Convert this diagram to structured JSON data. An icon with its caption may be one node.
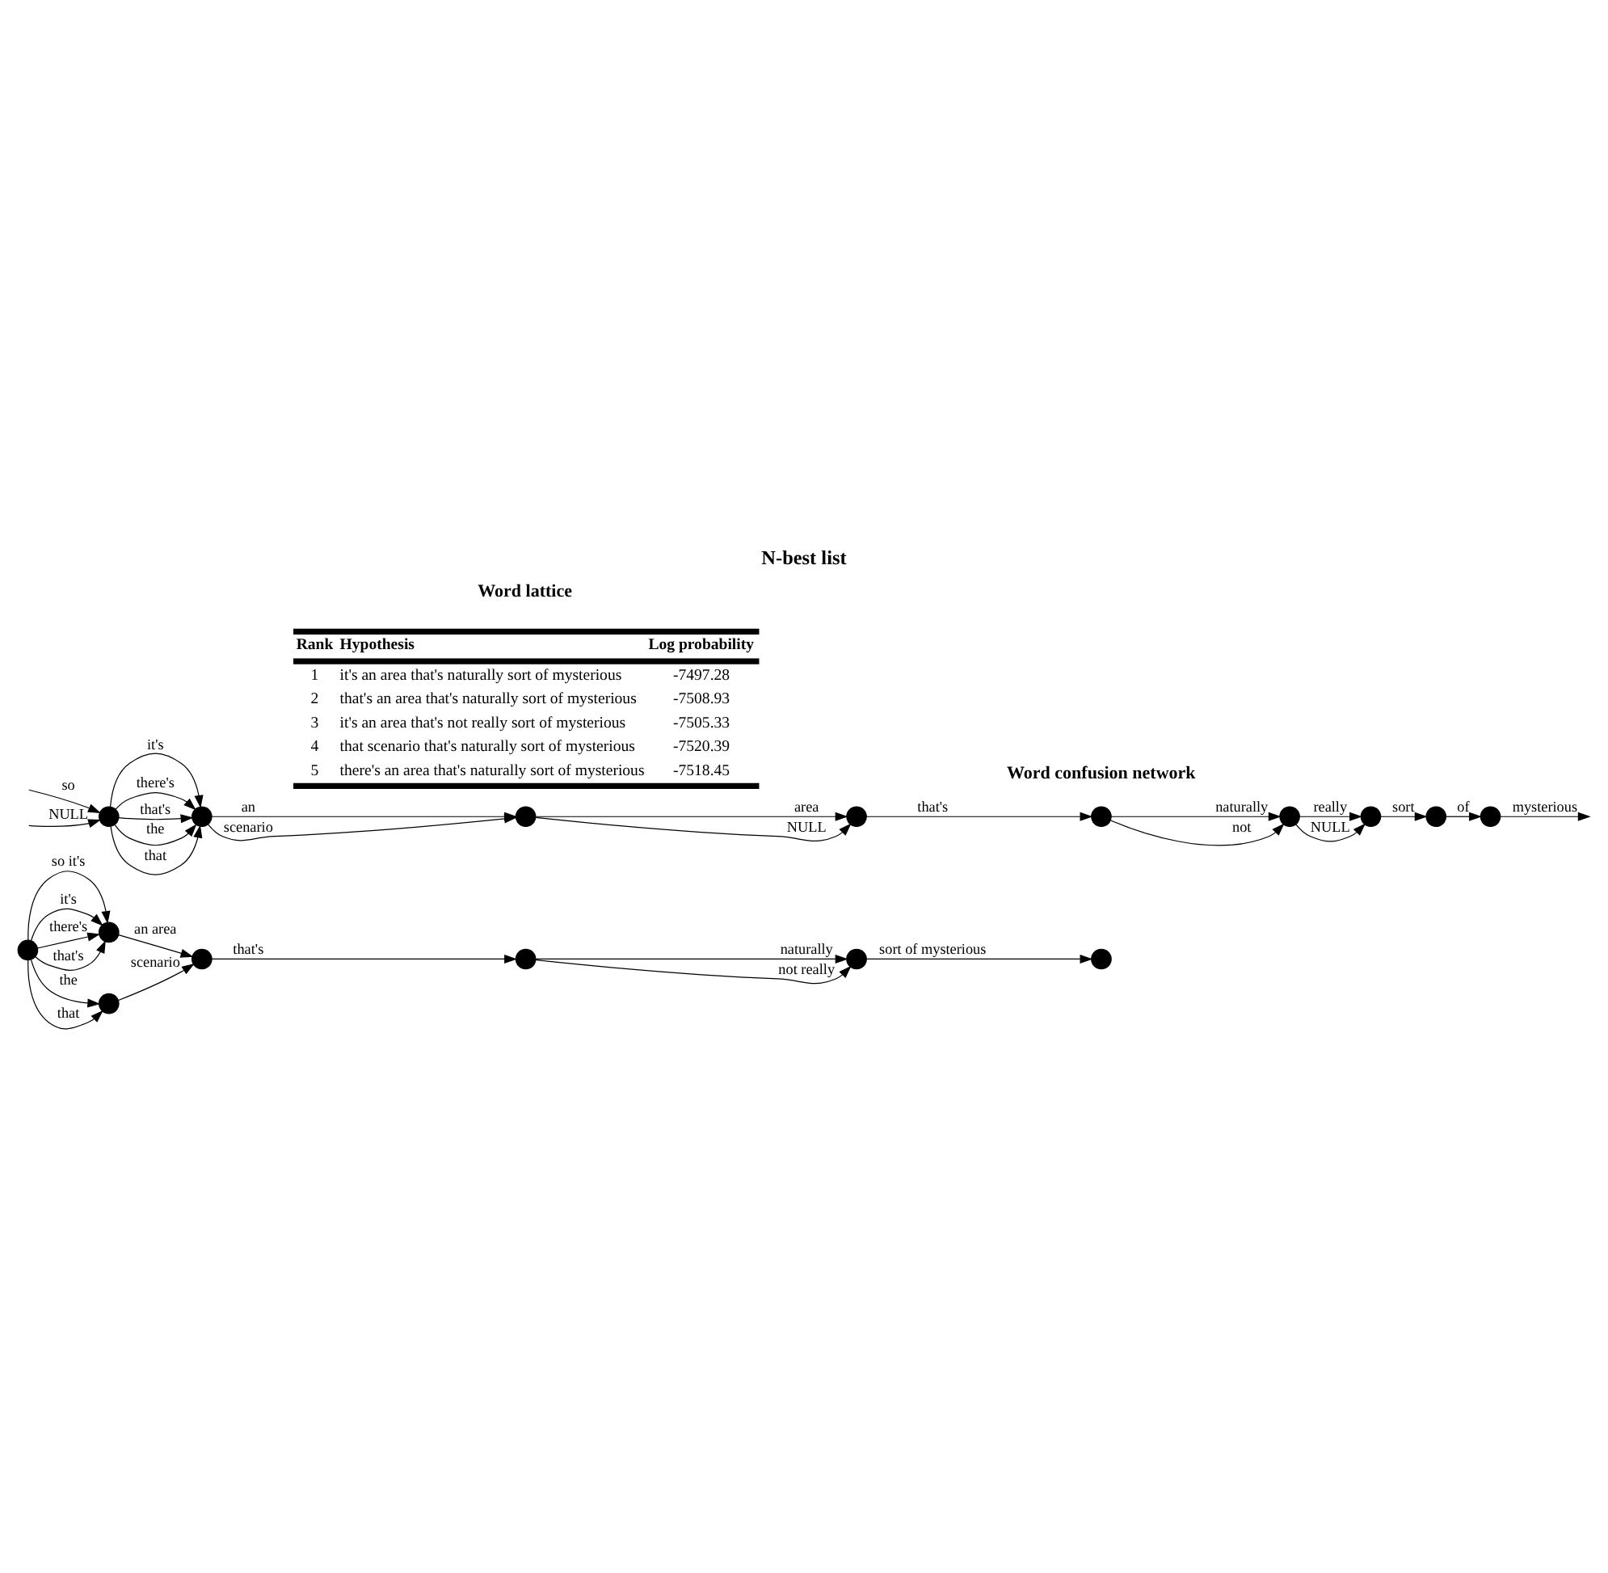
{
  "diagram": {
    "title": "N-best list",
    "nodes": [
      {
        "text": [],
        "shape": "circle"
      },
      {
        "text": [],
        "shape": "circle"
      },
      {
        "text": [],
        "shape": "circle"
      },
      {
        "text": [],
        "shape": "circle"
      },
      {
        "text": [],
        "shape": "circle"
      },
      {
        "text": [],
        "shape": "circle"
      },
      {
        "text": [],
        "shape": "circle"
      },
      {
        "text": [],
        "shape": "circle"
      },
      {
        "text": [],
        "shape": "circle"
      },
      {
        "text": [],
        "shape": "circle"
      },
      {
        "text": [],
        "shape": "circle"
      },
      {
        "text": [],
        "shape": "circle"
      },
      {
        "text": [],
        "shape": "circle"
      },
      {
        "text": [],
        "shape": "circle"
      },
      {
        "text": [],
        "shape": "circle"
      },
      {
        "text": [],
        "shape": "circle"
      }
    ],
    "edges": [
      {
        "from": 0,
        "to": 1,
        "arrow": "to",
        "label": "so it's"
      },
      {
        "from": 0,
        "to": 1,
        "arrow": "to",
        "label": "it's"
      },
      {
        "from": 0,
        "to": 1,
        "arrow": "to",
        "label": "there's"
      },
      {
        "from": 0,
        "to": 1,
        "arrow": "to",
        "label": "that's"
      },
      {
        "from": 0,
        "to": 6,
        "arrow": "to",
        "label": "the"
      },
      {
        "from": 0,
        "to": 6,
        "arrow": "to",
        "label": "that"
      },
      {
        "from": 1,
        "to": 2,
        "arrow": "to",
        "label": "an area"
      },
      {
        "from": 6,
        "to": 2,
        "arrow": "to",
        "label": "scenario"
      },
      {
        "from": 2,
        "to": 3,
        "arrow": "to",
        "label": "that's"
      },
      {
        "from": 3,
        "to": 4,
        "arrow": "to",
        "label": "naturally"
      },
      {
        "from": 3,
        "to": 4,
        "arrow": "to",
        "label": "not really"
      },
      {
        "from": 4,
        "to": 5,
        "arrow": "to",
        "label": "sort of mysterious"
      },
      {
        "from": null,
        "to": 7,
        "arrow": "to",
        "label": "so"
      },
      {
        "from": null,
        "to": 7,
        "arrow": "to",
        "label": "NULL"
      },
      {
        "from": 7,
        "to": 8,
        "arrow": "to",
        "label": "it's"
      },
      {
        "from": 7,
        "to": 8,
        "arrow": "to",
        "label": "there's"
      },
      {
        "from": 7,
        "to": 8,
        "arrow": "to",
        "label": "that's"
      },
      {
        "from": 7,
        "to": 8,
        "arrow": "to",
        "label": "the"
      },
      {
        "from": 7,
        "to": 8,
        "arrow": "to",
        "label": "that"
      },
      {
        "from": 8,
        "to": 9,
        "arrow": "to",
        "label": "an"
      },
      {
        "from": 8,
        "to": 9,
        "arrow": "to",
        "label": "scenario"
      },
      {
        "from": 9,
        "to": 10,
        "arrow": "to",
        "label": "area"
      },
      {
        "from": 9,
        "to": 10,
        "arrow": "to",
        "label": "NULL"
      },
      {
        "from": 10,
        "to": 11,
        "arrow": "to",
        "label": "that's"
      },
      {
        "from": 11,
        "to": 12,
        "arrow": "to",
        "label": "naturally"
      },
      {
        "from": 11,
        "to": 12,
        "arrow": "to",
        "label": "not"
      },
      {
        "from": 12,
        "to": 13,
        "arrow": "to",
        "label": "really"
      },
      {
        "from": 12,
        "to": 13,
        "arrow": "to",
        "label": "NULL"
      },
      {
        "from": 13,
        "to": 14,
        "arrow": "to",
        "label": "sort"
      },
      {
        "from": 14,
        "to": 15,
        "arrow": "to",
        "label": "of"
      },
      {
        "from": 15,
        "to": null,
        "arrow": "to",
        "label": "mysterious"
      }
    ],
    "labels": [
      "Rank",
      "Hypothesis",
      "Log probability",
      "1",
      "it's an area that's naturally sort of mysterious",
      "-7497.28",
      "2",
      "that's an area that's naturally sort of mysterious",
      "-7508.93",
      "3",
      "it's an area that's not really sort of mysterious",
      "-7505.33",
      "4",
      "that scenario that's naturally sort of mysterious",
      "-7520.39",
      "5",
      "there's an area that's naturally sort of mysterious",
      "-7518.45",
      "Word lattice",
      "Word confusion network"
    ]
  }
}
